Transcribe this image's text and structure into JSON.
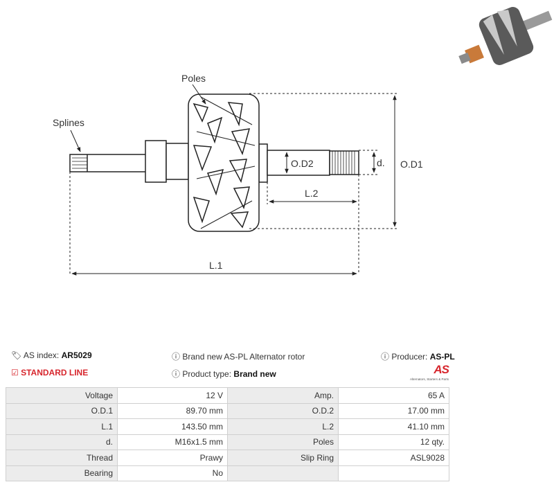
{
  "diagram": {
    "labels": {
      "poles": "Poles",
      "splines": "Splines",
      "od2": "O.D2",
      "d": "d.",
      "od1": "O.D1",
      "l2": "L.2",
      "l1": "L.1"
    }
  },
  "info": {
    "as_index_label": "AS index:",
    "as_index_value": "AR5029",
    "standard_line": "STANDARD LINE",
    "description": "Brand new AS-PL Alternator rotor",
    "product_type_label": "Product type:",
    "product_type_value": "Brand new",
    "producer_label": "Producer:",
    "producer_value": "AS-PL",
    "logo_text": "AS",
    "logo_tagline": "Alternators, Starters & Parts"
  },
  "specs": [
    {
      "l1": "Voltage",
      "v1": "12 V",
      "l2": "Amp.",
      "v2": "65 A"
    },
    {
      "l1": "O.D.1",
      "v1": "89.70 mm",
      "l2": "O.D.2",
      "v2": "17.00 mm"
    },
    {
      "l1": "L.1",
      "v1": "143.50 mm",
      "l2": "L.2",
      "v2": "41.10 mm"
    },
    {
      "l1": "d.",
      "v1": "M16x1.5 mm",
      "l2": "Poles",
      "v2": "12 qty."
    },
    {
      "l1": "Thread",
      "v1": "Prawy",
      "l2": "Slip Ring",
      "v2": "ASL9028"
    },
    {
      "l1": "Bearing",
      "v1": "No",
      "l2": "",
      "v2": ""
    }
  ],
  "colors": {
    "accent_red": "#d7262d",
    "table_label_bg": "#ececec",
    "table_border": "#cfcfcf"
  }
}
